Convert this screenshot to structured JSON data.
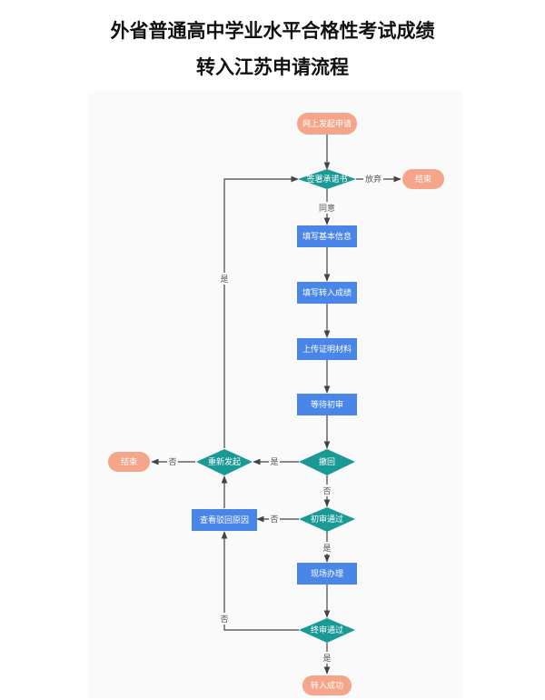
{
  "title": {
    "line1": "外省普通高中学业水平合格性考试成绩",
    "line2": "转入江苏申请流程"
  },
  "colors": {
    "terminal": "#f4a58a",
    "process": "#4a86e8",
    "decision": "#1a9a96",
    "line": "#444444"
  },
  "nodes": {
    "start": "网上发起申请",
    "sign": "签署承诺书",
    "end1": "结束",
    "fill_basic": "填写基本信息",
    "fill_scores": "填写转入成绩",
    "upload": "上传证明材料",
    "wait": "等待初审",
    "withdraw": "撤回",
    "restart": "重新发起",
    "end2": "结束",
    "first_review": "初审通过",
    "reason": "查看驳回原因",
    "onsite": "现场办理",
    "final_review": "终审通过",
    "success": "转入成功"
  },
  "edges": {
    "giveup": "放弃",
    "agree": "同意",
    "yes_left": "是",
    "withdraw_yes": "是",
    "restart_no": "否",
    "withdraw_no": "否",
    "first_no": "否",
    "first_yes": "是",
    "final_no": "否",
    "final_yes": "是"
  }
}
